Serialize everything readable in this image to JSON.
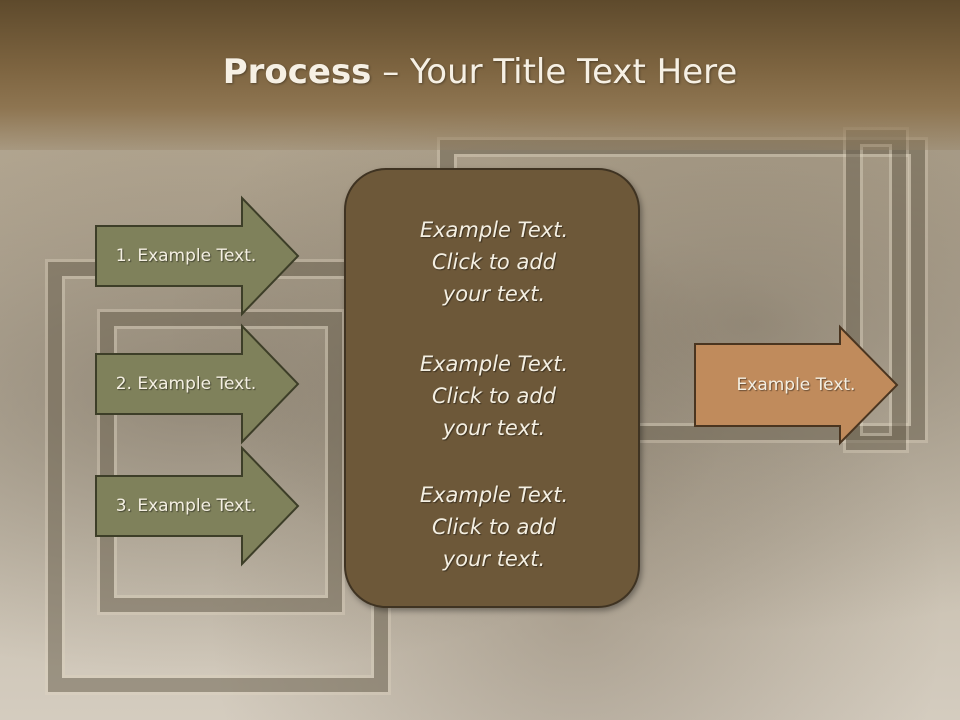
{
  "title": {
    "bold": "Process",
    "rest": " – Your Title Text Here"
  },
  "steps": [
    {
      "label": "1. Example Text."
    },
    {
      "label": "2. Example Text."
    },
    {
      "label": "3. Example Text."
    }
  ],
  "center": [
    {
      "line1": "Example Text.",
      "line2": "Click  to add",
      "line3": "your text."
    },
    {
      "line1": "Example Text.",
      "line2": "Click  to add",
      "line3": "your text."
    },
    {
      "line1": "Example Text.",
      "line2": "Click  to add",
      "line3": "your text."
    }
  ],
  "output": {
    "label": "Example Text."
  },
  "colors": {
    "header": "#7d6440",
    "step_fill": "#7f815b",
    "center_fill": "#6d5839",
    "output_fill": "#c08b5c",
    "text": "#f4efe2"
  }
}
